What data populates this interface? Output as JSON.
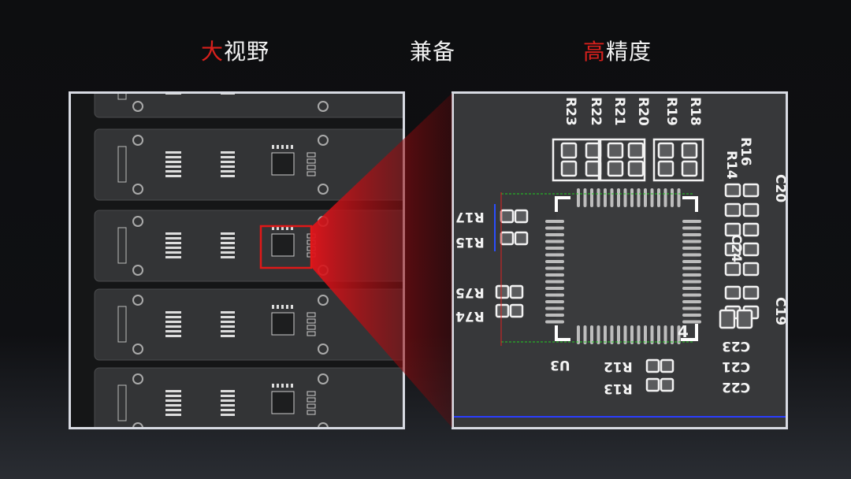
{
  "heading": {
    "left": {
      "accent": "大",
      "rest": "视野"
    },
    "center": "兼备",
    "right": {
      "accent": "高",
      "rest": "精度"
    }
  },
  "colors": {
    "accent": "#d8201c",
    "panel_border": "#d8dbe3"
  },
  "zoom_view": {
    "labels": {
      "r23": "R23",
      "r22": "R22",
      "r21": "R21",
      "r20": "R20",
      "r19": "R19",
      "r18": "R18",
      "r16": "R16",
      "r14": "R14",
      "c20": "C20",
      "c24": "C24",
      "c19": "C19",
      "c23": "C23",
      "c21": "C21",
      "c22": "C22",
      "r12": "R12",
      "r13": "R13",
      "u3": "U3",
      "r17": "R17",
      "r15": "R15",
      "r75": "R75",
      "r74": "R74",
      "pin1": "4"
    }
  }
}
